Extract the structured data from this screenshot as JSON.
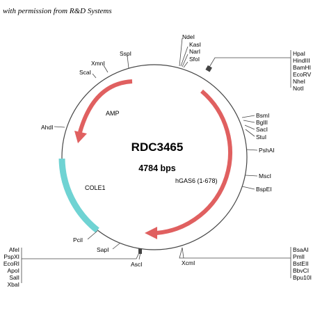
{
  "credit": "with permission from R&D Systems",
  "plasmid": {
    "name": "RDC3465",
    "size": "4784 bps"
  },
  "features": {
    "amp": "AMP",
    "cole1": "COLE1",
    "hgas6": "hGAS6 (1-678)"
  },
  "colors": {
    "arrow": "#e06060",
    "ori": "#6fd3d3",
    "backbone": "#444444"
  },
  "sites": {
    "ndei": "NdeI",
    "kasi": "KasI",
    "nari": "NarI",
    "sfoi": "SfoI",
    "sspi": "SspI",
    "xmni": "XmnI",
    "scai": "ScaI",
    "ahdi": "AhdI",
    "bsmi": "BsmI",
    "bglii": "BglII",
    "saci": "SacI",
    "stui": "StuI",
    "pshai": "PshAI",
    "msci": "MscI",
    "bspei": "BspEI",
    "pcii": "PciI",
    "sapi": "SapI",
    "asci": "AscI",
    "xcmi": "XcmI"
  },
  "mcs_right": [
    "HpaI",
    "HindIII",
    "BamHI",
    "EcoRV",
    "NheI",
    "NotI"
  ],
  "left_group": [
    "AfeI",
    "PspXI",
    "EcoRI",
    "ApoI",
    "SalI",
    "XbaI"
  ],
  "bottom_right_group": [
    "BsaAI",
    "PmlI",
    "BstEII",
    "BbvCI",
    "Bpu10I"
  ]
}
